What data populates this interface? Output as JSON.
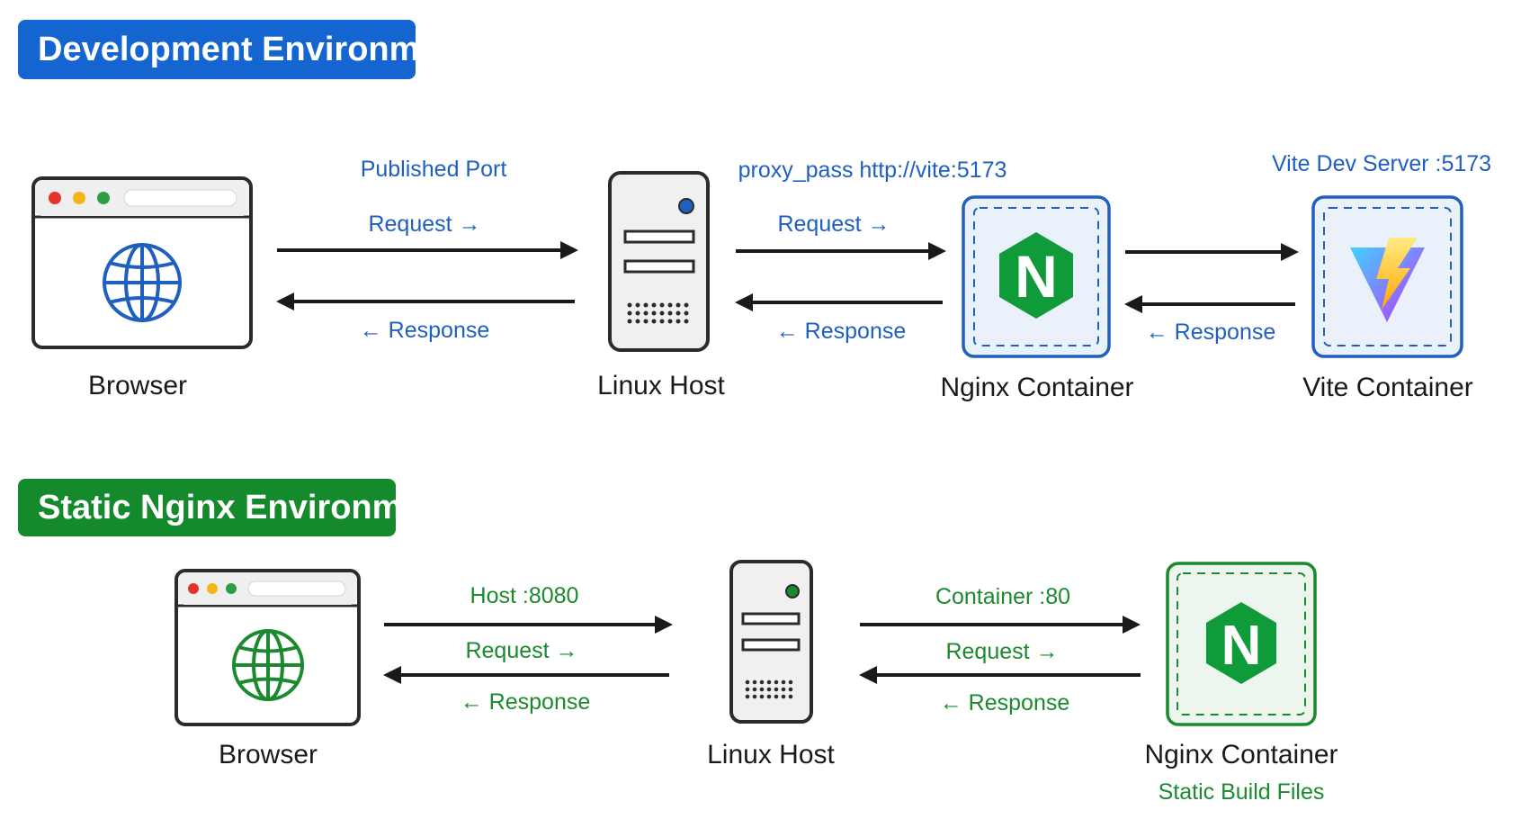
{
  "colors": {
    "blue": "#1f5fbf",
    "green": "#1b8a2e",
    "dev_banner": "#1565d0",
    "static_banner": "#148a2c",
    "nginx_green": "#0f9b3a",
    "dark": "#1a1a1a"
  },
  "dev": {
    "title": "Development Environment",
    "browser_label": "Browser",
    "host_label": "Linux Host",
    "nginx_label": "Nginx Container",
    "vite_label": "Vite Container",
    "link1": {
      "top": "Published Port",
      "request": "Request →",
      "response": "← Response"
    },
    "link2": {
      "top": "proxy_pass http://vite:5173",
      "request": "Request →",
      "response": "← Response"
    },
    "link3": {
      "top": "Vite Dev Server :5173",
      "response": "← Response"
    },
    "nginx_logo": "N"
  },
  "static": {
    "title": "Static Nginx Environment",
    "browser_label": "Browser",
    "host_label": "Linux Host",
    "nginx_label": "Nginx Container",
    "nginx_sublabel": "Static Build Files",
    "link1": {
      "top": "Host :8080",
      "request": "Request →",
      "response": "← Response"
    },
    "link2": {
      "top": "Container :80",
      "request": "Request →",
      "response": "← Response"
    },
    "nginx_logo": "N"
  },
  "icons": {
    "browser": "browser-window-icon",
    "globe": "globe-icon",
    "server": "server-tower-icon",
    "nginx": "nginx-logo-icon",
    "vite": "vite-logo-icon"
  }
}
